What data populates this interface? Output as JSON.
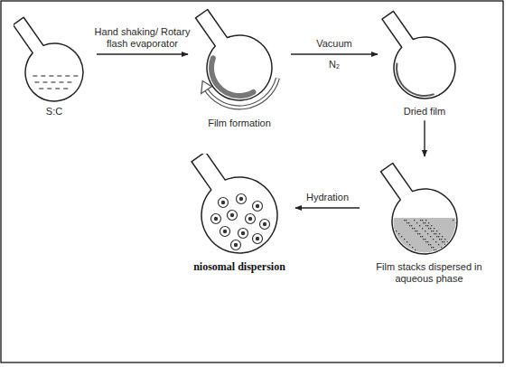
{
  "diagram": {
    "nodes": [
      {
        "text": [
          "S:C"
        ]
      },
      {
        "text": [
          "Film formation"
        ]
      },
      {
        "text": [
          "Dried film"
        ]
      },
      {
        "text": [
          "Film stacks dispersed in aqueous phase"
        ]
      },
      {
        "text": [
          "niosomal dispersion"
        ]
      }
    ],
    "edges": [
      {
        "from": 0,
        "to": 1,
        "arrow": "to",
        "label": "Hand shaking/ Rotary flash evaporator"
      },
      {
        "from": 1,
        "to": 2,
        "arrow": "to",
        "label": "Vacuum"
      },
      {
        "from": 2,
        "to": 3,
        "arrow": "to"
      },
      {
        "from": 3,
        "to": 4,
        "arrow": "to",
        "label": "Hydration"
      }
    ],
    "labels": [
      "N₂"
    ]
  }
}
